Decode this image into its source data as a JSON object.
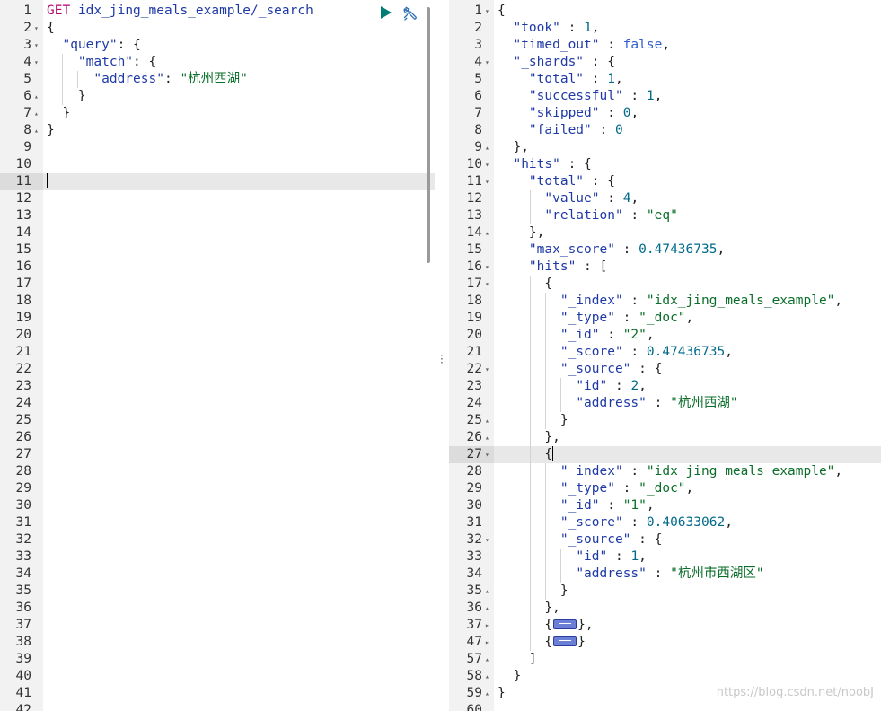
{
  "request_editor": {
    "method": "GET",
    "path": "idx_jing_meals_example/_search",
    "line_numbers": [
      "1",
      "2",
      "3",
      "4",
      "5",
      "6",
      "7",
      "8",
      "9",
      "10",
      "11",
      "12",
      "13",
      "14",
      "15",
      "16",
      "17",
      "18",
      "19",
      "20",
      "21",
      "22",
      "23",
      "24",
      "25",
      "26",
      "27",
      "28",
      "29",
      "30",
      "31",
      "32",
      "33",
      "34",
      "35",
      "36",
      "37",
      "38",
      "39",
      "40",
      "41",
      "42"
    ],
    "body": {
      "open": "{",
      "query_key": "\"query\"",
      "match_key": "\"match\"",
      "address_key": "\"address\"",
      "address_value": "\"杭州西湖\"",
      "close": "}"
    },
    "actions": {
      "run_icon": "play-icon",
      "settings_icon": "wrench-icon"
    }
  },
  "response_viewer": {
    "line_numbers": [
      "1",
      "2",
      "3",
      "4",
      "5",
      "6",
      "7",
      "8",
      "9",
      "10",
      "11",
      "12",
      "13",
      "14",
      "15",
      "16",
      "17",
      "18",
      "19",
      "20",
      "21",
      "22",
      "23",
      "24",
      "25",
      "26",
      "27",
      "28",
      "29",
      "30",
      "31",
      "32",
      "33",
      "34",
      "35",
      "36",
      "37",
      "47",
      "57",
      "58",
      "59",
      "60"
    ],
    "took": "1",
    "timed_out": "false",
    "shards": {
      "total": "1",
      "successful": "1",
      "skipped": "0",
      "failed": "0"
    },
    "hits_total": {
      "value": "4",
      "relation": "\"eq\""
    },
    "max_score": "0.47436735",
    "hit_1": {
      "index": "\"idx_jing_meals_example\"",
      "type": "\"_doc\"",
      "id": "\"2\"",
      "score": "0.47436735",
      "source_id": "2",
      "source_address": "\"杭州西湖\""
    },
    "hit_2": {
      "index": "\"idx_jing_meals_example\"",
      "type": "\"_doc\"",
      "id": "\"1\"",
      "score": "0.40633062",
      "source_id": "1",
      "source_address": "\"杭州市西湖区\""
    }
  },
  "watermark": "https://blog.csdn.net/noobJ"
}
